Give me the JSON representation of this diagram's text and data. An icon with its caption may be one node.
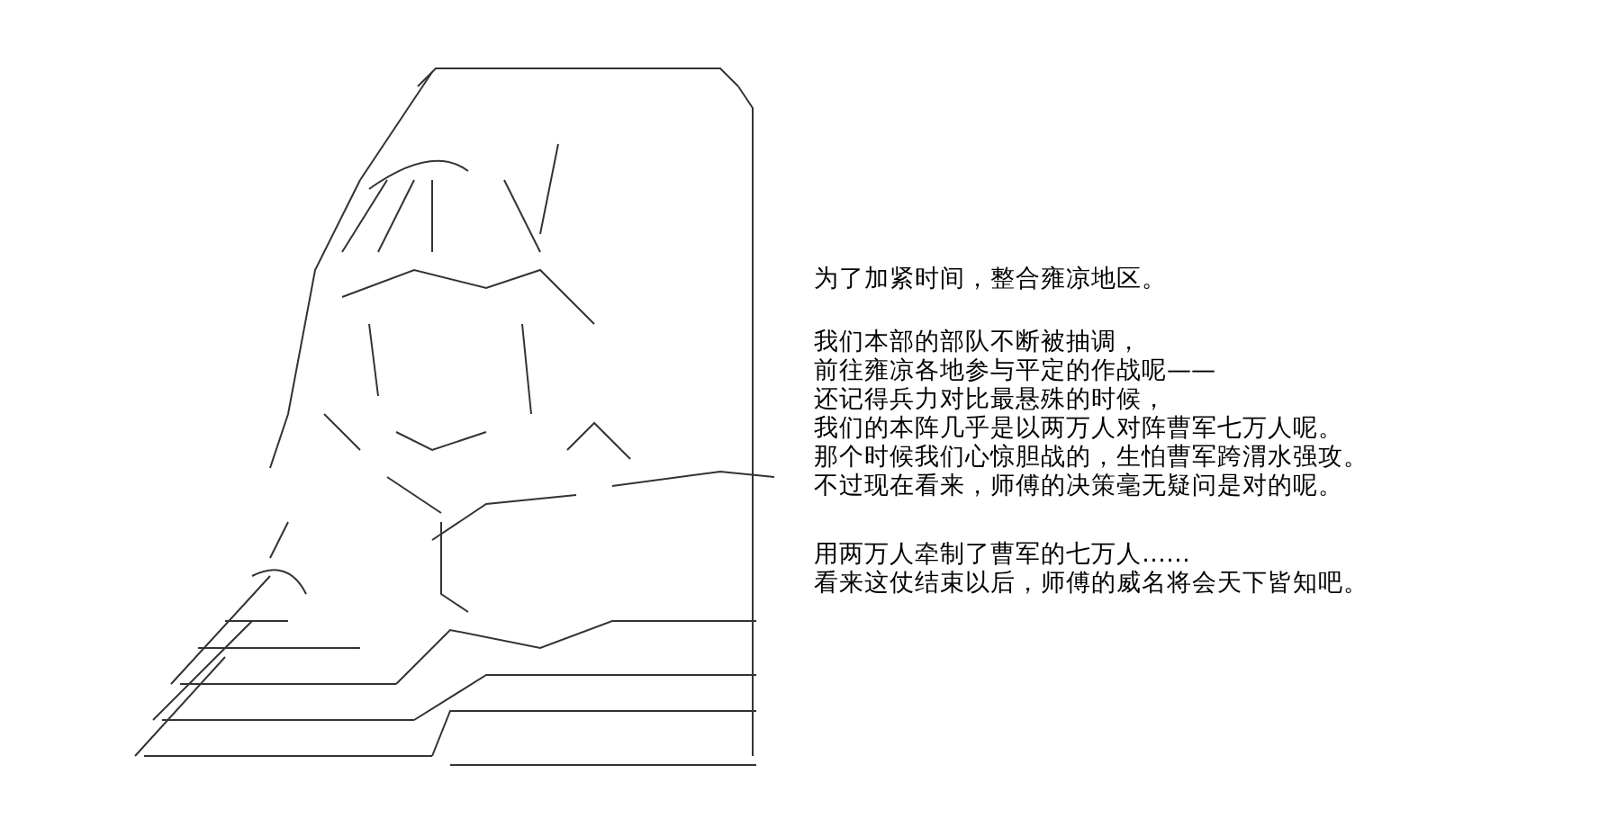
{
  "diagram": {
    "labels": [
      "为了加紧时间，整合雍凉地区。",
      "我们本部的部队不断被抽调，",
      "前往雍凉各地参与平定的作战呢——",
      "还记得兵力对比最悬殊的时候，",
      "我们的本阵几乎是以两万人对阵曹军七万人呢。",
      "那个时候我们心惊胆战的，生怕曹军跨渭水强攻。",
      "不过现在看来，师傅的决策毫无疑问是对的呢。",
      "用两万人牵制了曹军的七万人……",
      "看来这仗结束以后，师傅的威名将会天下皆知吧。"
    ]
  }
}
